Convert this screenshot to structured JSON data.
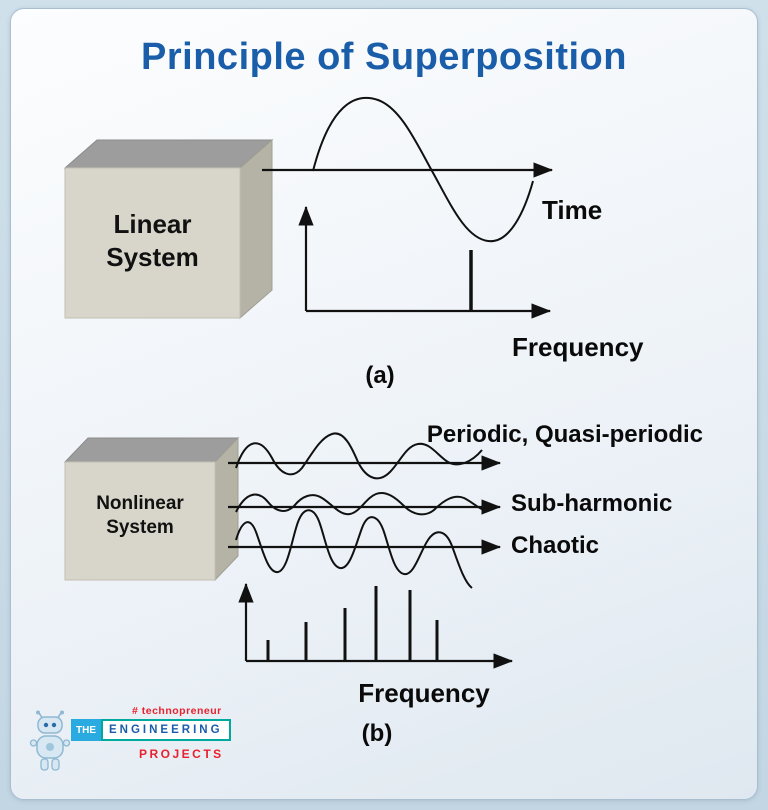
{
  "title": "Principle of Superposition",
  "section_a": {
    "box": {
      "line1": "Linear",
      "line2": "System"
    },
    "time_label": "Time",
    "frequency_label": "Frequency",
    "caption": "(a)"
  },
  "section_b": {
    "box": {
      "line1": "Nonlinear",
      "line2": "System"
    },
    "outputs": [
      {
        "label": "Periodic, Quasi-periodic"
      },
      {
        "label": "Sub-harmonic"
      },
      {
        "label": "Chaotic"
      }
    ],
    "frequency_label": "Frequency",
    "caption": "(b)"
  },
  "logo": {
    "tagline": "# technopreneur",
    "word_the": "THE",
    "word_engineering": "ENGINEERING",
    "word_projects": "PROJECTS"
  },
  "colors": {
    "title_blue": "#1a5da9",
    "logo_blue": "#29abe2",
    "logo_teal": "#00a99d",
    "logo_red": "#e8212e",
    "box_front": "#d8d5ca",
    "box_top": "#9d9d9d",
    "box_side": "#b5b2a6"
  }
}
